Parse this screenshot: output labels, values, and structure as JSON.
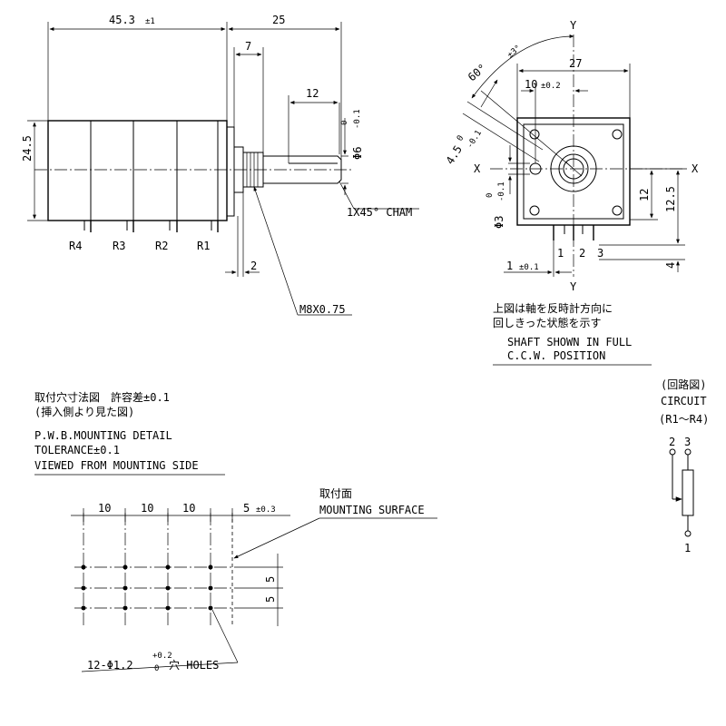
{
  "side_view": {
    "dim_length": "45.3",
    "dim_length_tol": "±1",
    "dim_shaft_len": "25",
    "dim_bushing": "7",
    "dim_flat": "12",
    "dim_height": "24.5",
    "dim_shaft_dia": "Φ6",
    "dim_shaft_tol_upper": "0",
    "dim_shaft_tol_lower": "-0.1",
    "dim_thread_len": "2",
    "chamfer_note": "1X45° CHAM",
    "thread_note": "M8X0.75",
    "sections": [
      "R4",
      "R3",
      "R2",
      "R1"
    ]
  },
  "front_view": {
    "axis_x": "X",
    "axis_y": "Y",
    "dim_width": "27",
    "dim_key_offset": "10",
    "dim_key_offset_tol": "±0.2",
    "dim_angle": "60°",
    "dim_angle_tol": "±3°",
    "dim_key_width": "4.5",
    "dim_key_width_tol_upper": "0",
    "dim_key_width_tol_lower": "-0.1",
    "dim_pin_dia": "Φ3",
    "dim_pin_dia_tol_upper": "0",
    "dim_pin_dia_tol_lower": "-0.1",
    "dim_h1": "12",
    "dim_h2": "12.5",
    "dim_terminal": "4",
    "dim_pin_offset": "1",
    "dim_pin_offset_tol": "±0.1",
    "terminals": [
      "1",
      "2",
      "3"
    ],
    "note_jp_1": "上図は軸を反時計方向に",
    "note_jp_2": "回しきった状態を示す",
    "note_en_1": "SHAFT SHOWN IN FULL",
    "note_en_2": "C.C.W. POSITION"
  },
  "mounting": {
    "title_jp_1": "取付穴寸法図　許容差±0.1",
    "title_jp_2": "(挿入側より見た図)",
    "title_en_1": "P.W.B.MOUNTING DETAIL",
    "title_en_2": "TOLERANCE±0.1",
    "title_en_3": "VIEWED FROM MOUNTING SIDE",
    "pitch": [
      "10",
      "10",
      "10"
    ],
    "edge_dim": "5",
    "edge_tol": "±0.3",
    "row_pitch": [
      "5",
      "5"
    ],
    "surface_jp": "取付面",
    "surface_en": "MOUNTING SURFACE",
    "hole_prefix": "12-Φ1.2",
    "hole_tol_upper": "+0.2",
    "hole_tol_lower": "0",
    "hole_suffix": "穴 HOLES"
  },
  "circuit": {
    "title_jp": "(回路図)",
    "title_en": "CIRCUIT",
    "subtitle": "(R1～R4)",
    "pin_labels": [
      "2",
      "3",
      "1"
    ]
  }
}
